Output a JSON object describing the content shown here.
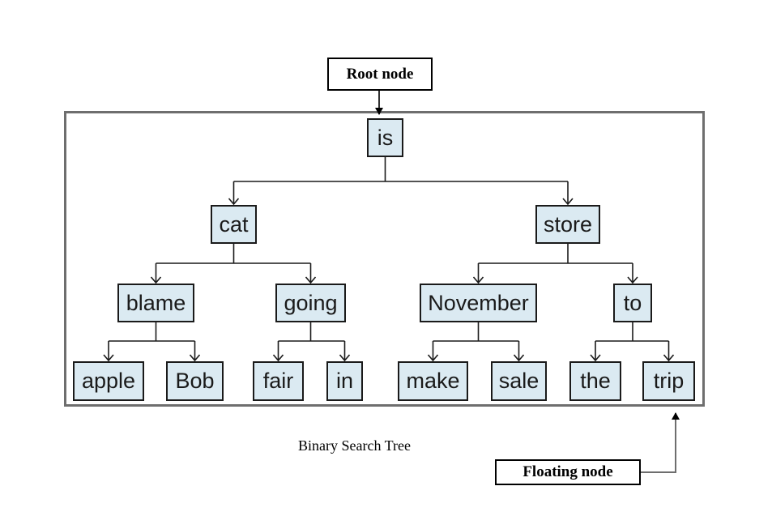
{
  "colors": {
    "node_fill": "#dbeaf2",
    "node_border": "#1a1a1a",
    "connector": "#1a1a1a",
    "frame_border": "#6e6e6e",
    "label_box_border": "#000000",
    "label_text": "#000000",
    "background": "#ffffff"
  },
  "annotations": {
    "root_label": "Root node",
    "floating_label": "Floating node",
    "caption": "Binary Search Tree"
  },
  "tree": {
    "type": "binary-search-tree",
    "nodes": [
      {
        "id": "is",
        "label": "is",
        "level": 1,
        "parent": null,
        "side": null
      },
      {
        "id": "cat",
        "label": "cat",
        "level": 2,
        "parent": "is",
        "side": "left"
      },
      {
        "id": "store",
        "label": "store",
        "level": 2,
        "parent": "is",
        "side": "right"
      },
      {
        "id": "blame",
        "label": "blame",
        "level": 3,
        "parent": "cat",
        "side": "left"
      },
      {
        "id": "going",
        "label": "going",
        "level": 3,
        "parent": "cat",
        "side": "right"
      },
      {
        "id": "november",
        "label": "November",
        "level": 3,
        "parent": "store",
        "side": "left"
      },
      {
        "id": "to",
        "label": "to",
        "level": 3,
        "parent": "store",
        "side": "right"
      },
      {
        "id": "apple",
        "label": "apple",
        "level": 4,
        "parent": "blame",
        "side": "left"
      },
      {
        "id": "bob",
        "label": "Bob",
        "level": 4,
        "parent": "blame",
        "side": "right"
      },
      {
        "id": "fair",
        "label": "fair",
        "level": 4,
        "parent": "going",
        "side": "left"
      },
      {
        "id": "in",
        "label": "in",
        "level": 4,
        "parent": "going",
        "side": "right"
      },
      {
        "id": "make",
        "label": "make",
        "level": 4,
        "parent": "november",
        "side": "left"
      },
      {
        "id": "sale",
        "label": "sale",
        "level": 4,
        "parent": "november",
        "side": "right"
      },
      {
        "id": "the",
        "label": "the",
        "level": 4,
        "parent": "to",
        "side": "left"
      },
      {
        "id": "trip",
        "label": "trip",
        "level": 4,
        "parent": "to",
        "side": "right"
      }
    ],
    "root_label_points_to": "is",
    "floating_label_points_to": "trip"
  }
}
